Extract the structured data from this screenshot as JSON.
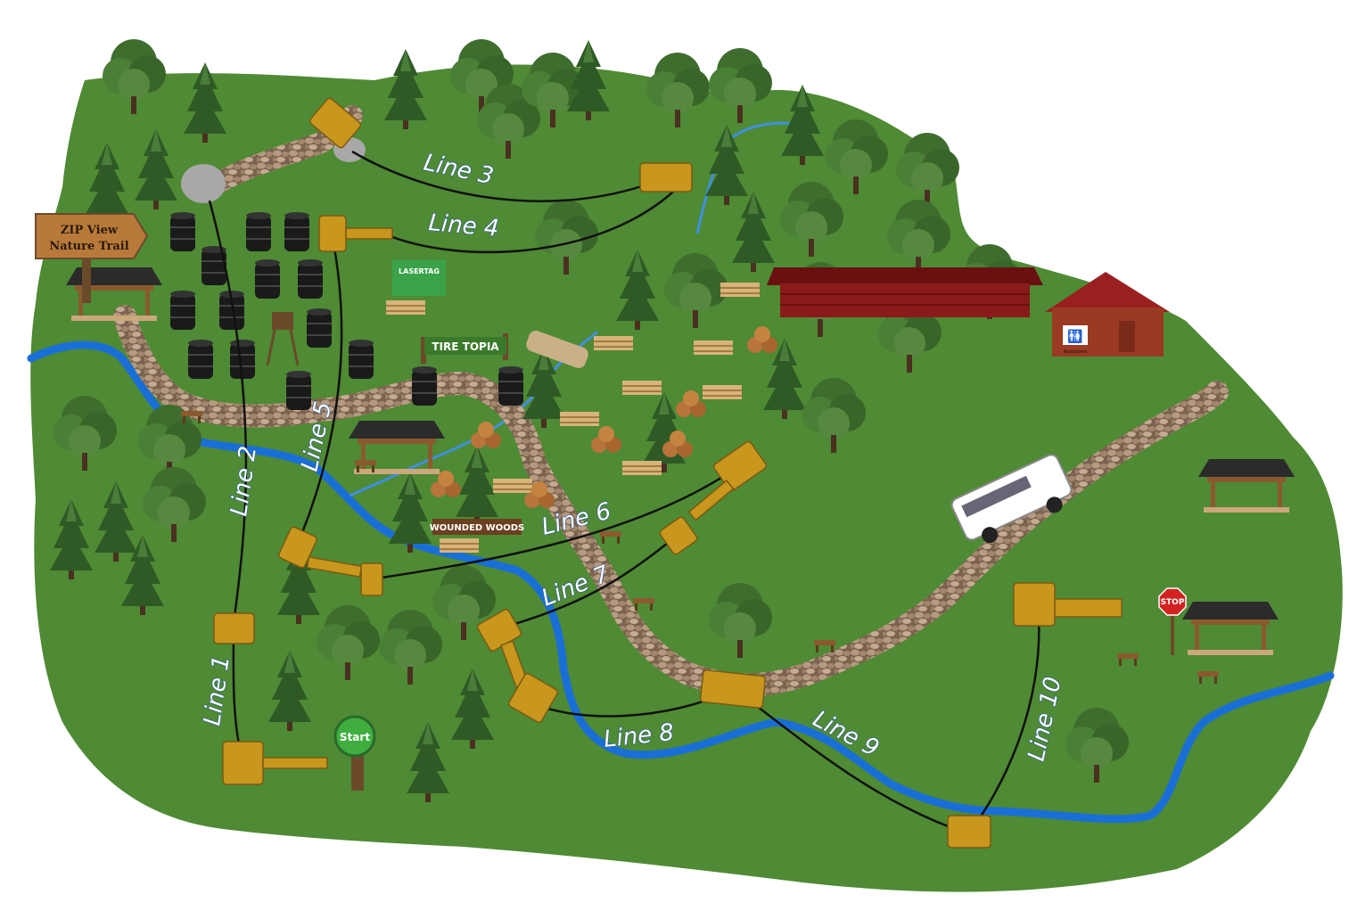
{
  "map": {
    "trail_sign": {
      "line1": "ZIP View",
      "line2": "Nature Trail"
    },
    "start_sign": "Start",
    "stop_sign": "STOP",
    "tire_sign": "TIRE TOPIA",
    "woods_sign": "WOUNDED WOODS",
    "lasertag_sign": "LASERTAG",
    "restroom_sign": "Restrooms",
    "lines": {
      "line1": "Line 1",
      "line2": "Line 2",
      "line3": "Line 3",
      "line4": "Line 4",
      "line5": "Line 5",
      "line6": "Line 6",
      "line7": "Line 7",
      "line8": "Line 8",
      "line9": "Line 9",
      "line10": "Line 10"
    }
  },
  "colors": {
    "grass": "#4f8a34",
    "river": "#1a6fd6",
    "platform": "#c9961e",
    "cable": "#111111",
    "path": "#8a6e52",
    "cabin": "#8b1a1a"
  }
}
